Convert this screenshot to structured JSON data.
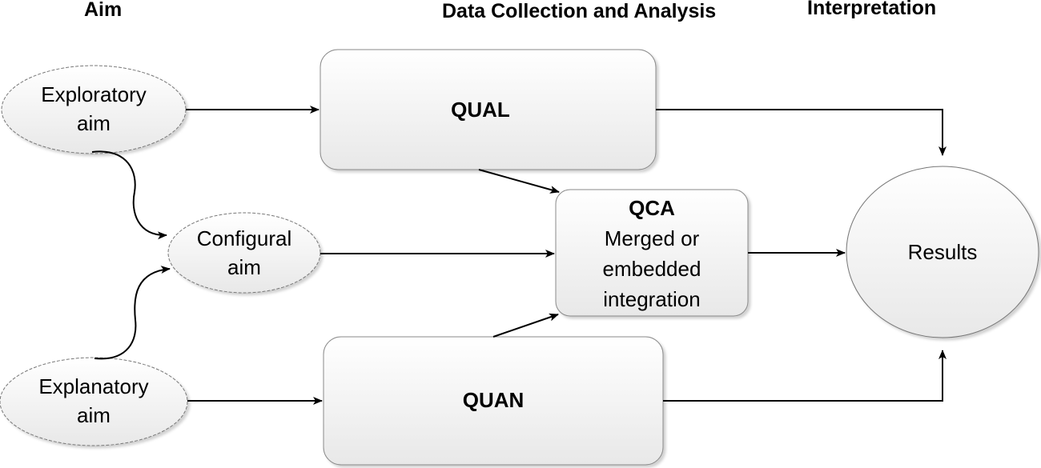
{
  "headers": {
    "aim": "Aim",
    "data_collection": "Data Collection and Analysis",
    "interpretation": "Interpretation"
  },
  "nodes": {
    "exploratory": {
      "line1": "Exploratory",
      "line2": "aim"
    },
    "configural": {
      "line1": "Configural",
      "line2": "aim"
    },
    "explanatory": {
      "line1": "Explanatory",
      "line2": "aim"
    },
    "qual": {
      "label": "QUAL"
    },
    "quan": {
      "label": "QUAN"
    },
    "qca": {
      "title": "QCA",
      "line1": "Merged or",
      "line2": "embedded",
      "line3": "integration"
    },
    "results": {
      "label": "Results"
    }
  },
  "colors": {
    "node_fill_top": "#ffffff",
    "node_fill_bottom": "#e9e9e9",
    "node_stroke": "#8a8a8a",
    "arrow": "#000000"
  }
}
